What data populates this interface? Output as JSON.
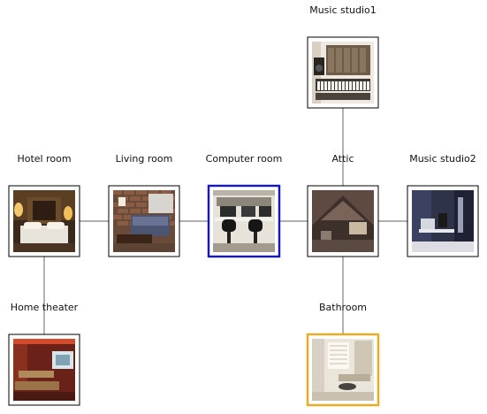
{
  "colors": {
    "edge": "#808080",
    "frame": "#000000",
    "highlight_current": "#1414d2",
    "highlight_target": "#f0a81e"
  },
  "nodes": [
    {
      "id": "music-studio1",
      "label": "Music studio1",
      "scene": "synth-studio",
      "highlight": "none"
    },
    {
      "id": "hotel-room",
      "label": "Hotel room",
      "scene": "bedroom",
      "highlight": "none"
    },
    {
      "id": "living-room",
      "label": "Living room",
      "scene": "living",
      "highlight": "none"
    },
    {
      "id": "computer-room",
      "label": "Computer room",
      "scene": "computer",
      "highlight": "current"
    },
    {
      "id": "attic",
      "label": "Attic",
      "scene": "attic",
      "highlight": "none"
    },
    {
      "id": "music-studio2",
      "label": "Music studio2",
      "scene": "music-blue",
      "highlight": "none"
    },
    {
      "id": "home-theater",
      "label": "Home theater",
      "scene": "theater",
      "highlight": "none"
    },
    {
      "id": "bathroom",
      "label": "Bathroom",
      "scene": "bathroom",
      "highlight": "target"
    }
  ],
  "edges": [
    [
      "hotel-room",
      "living-room"
    ],
    [
      "living-room",
      "computer-room"
    ],
    [
      "computer-room",
      "attic"
    ],
    [
      "attic",
      "music-studio2"
    ],
    [
      "attic",
      "music-studio1"
    ],
    [
      "attic",
      "bathroom"
    ],
    [
      "hotel-room",
      "home-theater"
    ]
  ]
}
